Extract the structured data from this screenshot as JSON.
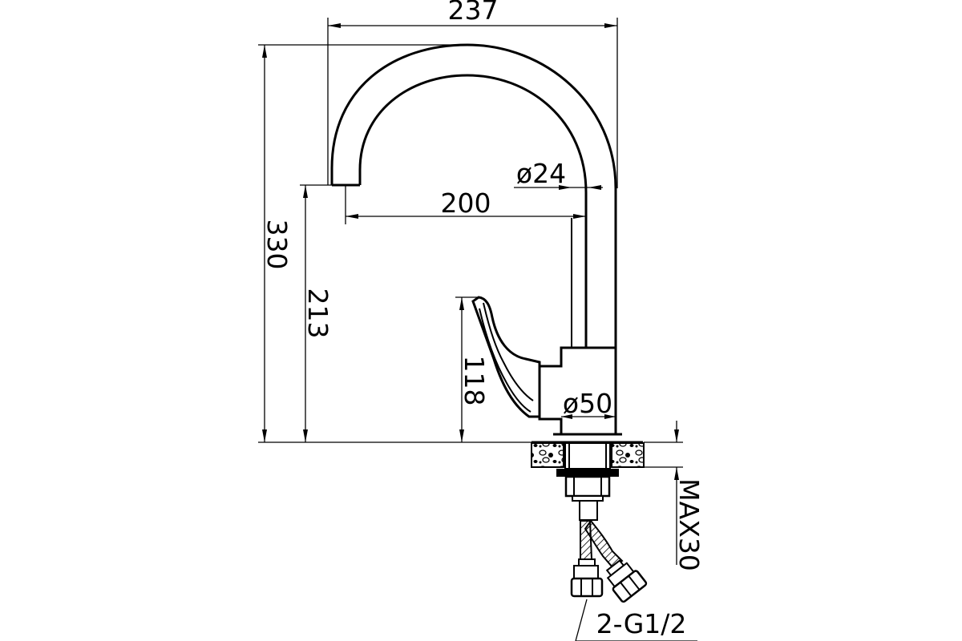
{
  "dimensions": {
    "total_width": "237",
    "total_height": "330",
    "spout_reach": "200",
    "spout_height": "213",
    "handle_height": "118",
    "pipe_diameter": "ø24",
    "body_diameter": "ø50",
    "max_thickness": "MAX30",
    "connection": "2-G1/2"
  }
}
